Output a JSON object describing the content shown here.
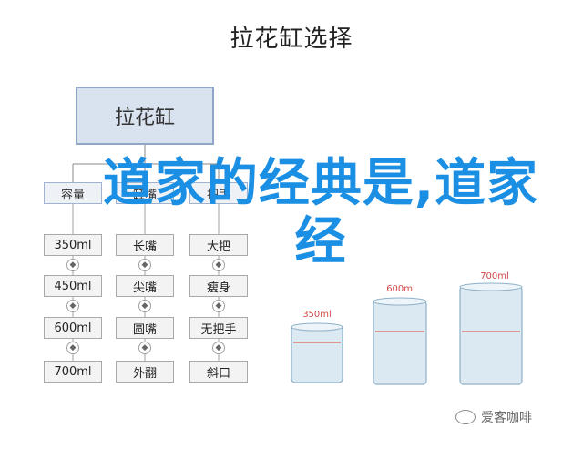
{
  "title": "拉花缸选择",
  "root": "拉花缸",
  "categories": [
    {
      "label": "容量",
      "items": [
        "350ml",
        "450ml",
        "600ml",
        "700ml"
      ]
    },
    {
      "label": "缸嘴",
      "items": [
        "长嘴",
        "尖嘴",
        "圆嘴",
        "外翻"
      ]
    },
    {
      "label": "把手",
      "items": [
        "大把",
        "瘦身",
        "无把手",
        "斜口"
      ]
    }
  ],
  "cups": [
    {
      "label": "350ml"
    },
    {
      "label": "600ml"
    },
    {
      "label": "700ml"
    }
  ],
  "overlay_text": "道家的经典是,道家经",
  "watermark": "爱客咖啡",
  "colors": {
    "overlay": "#1a8fe3",
    "cup_label": "#d24a4a",
    "fill_line": "#e06060",
    "root_fill": "#d9e3ef"
  }
}
